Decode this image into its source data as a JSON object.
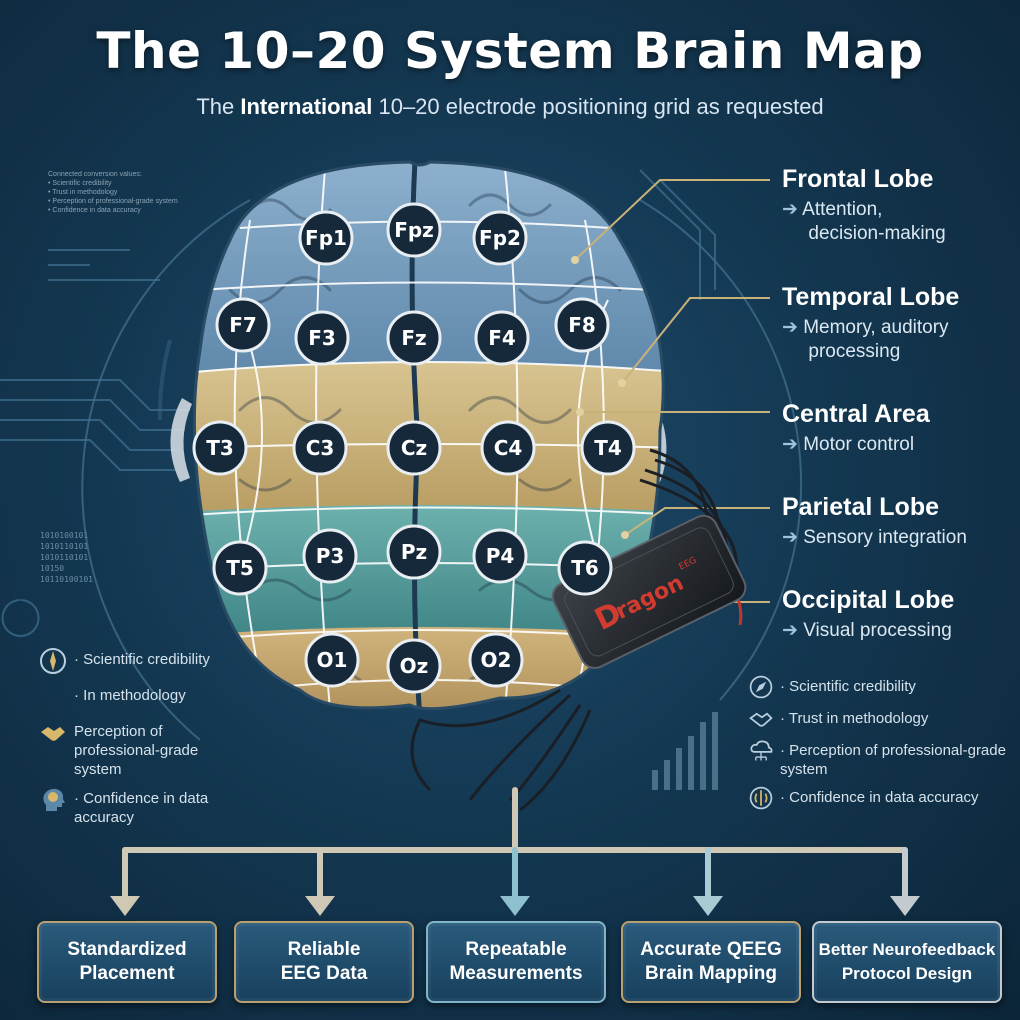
{
  "header": {
    "title": "The 10–20 System Brain Map",
    "subtitle_pre": "The ",
    "subtitle_bold": "International",
    "subtitle_post": " 10–20 electrode positioning grid as requested"
  },
  "electrodes": [
    {
      "id": "Fp1",
      "label": "Fp1"
    },
    {
      "id": "Fpz",
      "label": "Fpz"
    },
    {
      "id": "Fp2",
      "label": "Fp2"
    },
    {
      "id": "F7",
      "label": "F7"
    },
    {
      "id": "F3",
      "label": "F3"
    },
    {
      "id": "Fz",
      "label": "Fz"
    },
    {
      "id": "F4",
      "label": "F4"
    },
    {
      "id": "F8",
      "label": "F8"
    },
    {
      "id": "T3",
      "label": "T3"
    },
    {
      "id": "C3",
      "label": "C3"
    },
    {
      "id": "Cz",
      "label": "Cz"
    },
    {
      "id": "C4",
      "label": "C4"
    },
    {
      "id": "T4",
      "label": "T4"
    },
    {
      "id": "T5",
      "label": "T5"
    },
    {
      "id": "P3",
      "label": "P3"
    },
    {
      "id": "Pz",
      "label": "Pz"
    },
    {
      "id": "P4",
      "label": "P4"
    },
    {
      "id": "T6",
      "label": "T6"
    },
    {
      "id": "O1",
      "label": "O1"
    },
    {
      "id": "Oz",
      "label": "Oz"
    },
    {
      "id": "O2",
      "label": "O2"
    }
  ],
  "lobes": [
    {
      "name": "Frontal Lobe",
      "arrow": "➔",
      "desc_1": "Attention,",
      "desc_2": "decision-making"
    },
    {
      "name": "Temporal Lobe",
      "arrow": "➔",
      "desc_1": "Memory, auditory",
      "desc_2": "processing"
    },
    {
      "name": "Central Area",
      "arrow": "➔",
      "desc_1": "Motor control",
      "desc_2": ""
    },
    {
      "name": "Parietal Lobe",
      "arrow": "➔",
      "desc_1": "Sensory integration",
      "desc_2": ""
    },
    {
      "name": "Occipital Lobe",
      "arrow": "➔",
      "desc_1": "Visual processing",
      "desc_2": ""
    }
  ],
  "device": {
    "brand": "ragon",
    "brand_initial": "D",
    "brand_sub": "EEG"
  },
  "concept_note": {
    "heading": "Connected conversion values:",
    "items": [
      "• Scientific credibility",
      "• Trust in methodology",
      "• Perception of professional-grade system",
      "• Confidence in data accuracy"
    ]
  },
  "binary": [
    "1010100101",
    "1010110101",
    "1010110101",
    "10150",
    "10110100101"
  ],
  "benefits_left": [
    {
      "icon": "compass-icon",
      "text": "· Scientific credibility"
    },
    {
      "icon": "",
      "text": "· In methodology"
    },
    {
      "icon": "handshake-icon",
      "text": "Perception of professional-grade system"
    },
    {
      "icon": "head-brain-icon",
      "text": "· Confidence in data accuracy"
    }
  ],
  "benefits_right": [
    {
      "icon": "compass-icon",
      "text": "· Scientific credibility"
    },
    {
      "icon": "handshake-icon",
      "text": "· Trust in methodology"
    },
    {
      "icon": "cloud-network-icon",
      "text": "· Perception of professional-grade system"
    },
    {
      "icon": "brain-icon",
      "text": "· Confidence in data accuracy"
    }
  ],
  "outcomes": [
    {
      "line1": "Standardized",
      "line2": "Placement"
    },
    {
      "line1": "Reliable",
      "line2": "EEG Data"
    },
    {
      "line1": "Repeatable",
      "line2": "Measurements"
    },
    {
      "line1": "Accurate QEEG",
      "line2": "Brain Mapping"
    },
    {
      "line1": "Better Neurofeedback",
      "line2": "Protocol Design"
    }
  ],
  "colors": {
    "background": "#143852",
    "frontal": "#7fa6c4",
    "central": "#c9b07a",
    "parietal": "#5ea2a0",
    "occipital": "#c8aa72",
    "electrode": "#16293a",
    "electrode_ring": "#e9eef2"
  }
}
